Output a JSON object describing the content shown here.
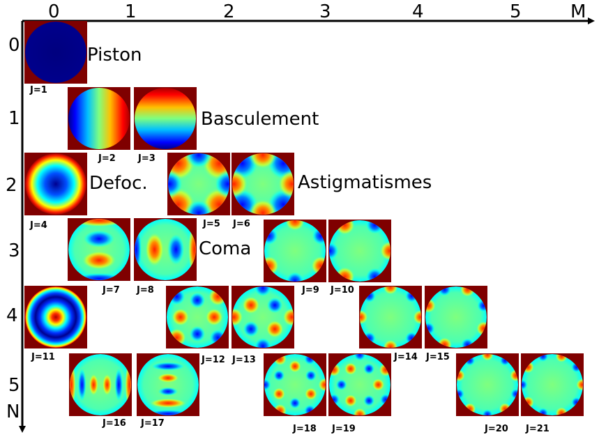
{
  "axes": {
    "m_title": "M",
    "n_title": "N",
    "m_ticks": [
      "0",
      "1",
      "2",
      "3",
      "4",
      "5"
    ],
    "n_ticks": [
      "0",
      "1",
      "2",
      "3",
      "4",
      "5"
    ]
  },
  "terms": {
    "piston": "Piston",
    "tilt": "Basculement",
    "defocus": "Defoc.",
    "astigmatism": "Astigmatismes",
    "coma": "Coma"
  },
  "modes": [
    {
      "j": 1,
      "label": "J=1",
      "n": 0,
      "m": 0,
      "pattern": "piston"
    },
    {
      "j": 2,
      "label": "J=2",
      "n": 1,
      "m": 1,
      "pattern": "tilt-x"
    },
    {
      "j": 3,
      "label": "J=3",
      "n": 1,
      "m": -1,
      "pattern": "tilt-y"
    },
    {
      "j": 4,
      "label": "J=4",
      "n": 2,
      "m": 0,
      "pattern": "defocus"
    },
    {
      "j": 5,
      "label": "J=5",
      "n": 2,
      "m": 2,
      "pattern": "astig-a"
    },
    {
      "j": 6,
      "label": "J=6",
      "n": 2,
      "m": -2,
      "pattern": "astig-b"
    },
    {
      "j": 7,
      "label": "J=7",
      "n": 3,
      "m": 1,
      "pattern": "coma-y"
    },
    {
      "j": 8,
      "label": "J=8",
      "n": 3,
      "m": -1,
      "pattern": "coma-x"
    },
    {
      "j": 9,
      "label": "J=9",
      "n": 3,
      "m": 3,
      "pattern": "trefoil-a"
    },
    {
      "j": 10,
      "label": "J=10",
      "n": 3,
      "m": -3,
      "pattern": "trefoil-b"
    },
    {
      "j": 11,
      "label": "J=11",
      "n": 4,
      "m": 0,
      "pattern": "spherical"
    },
    {
      "j": 12,
      "label": "J=12",
      "n": 4,
      "m": 2,
      "pattern": "sec-astig-a"
    },
    {
      "j": 13,
      "label": "J=13",
      "n": 4,
      "m": -2,
      "pattern": "sec-astig-b"
    },
    {
      "j": 14,
      "label": "J=14",
      "n": 4,
      "m": 4,
      "pattern": "quadrafoil-a"
    },
    {
      "j": 15,
      "label": "J=15",
      "n": 4,
      "m": -4,
      "pattern": "quadrafoil-b"
    },
    {
      "j": 16,
      "label": "J=16",
      "n": 5,
      "m": 1,
      "pattern": "sec-coma-a"
    },
    {
      "j": 17,
      "label": "J=17",
      "n": 5,
      "m": -1,
      "pattern": "sec-coma-b"
    },
    {
      "j": 18,
      "label": "J=18",
      "n": 5,
      "m": 3,
      "pattern": "sec-trefoil-a"
    },
    {
      "j": 19,
      "label": "J=19",
      "n": 5,
      "m": -3,
      "pattern": "sec-trefoil-b"
    },
    {
      "j": 20,
      "label": "J=20",
      "n": 5,
      "m": 5,
      "pattern": "pentafoil-a"
    },
    {
      "j": 21,
      "label": "J=21",
      "n": 5,
      "m": -5,
      "pattern": "pentafoil-b"
    }
  ],
  "colors": {
    "background_square": "#7f0000",
    "colormap": [
      "#00007f",
      "#0000ff",
      "#007fff",
      "#00ffff",
      "#7fff7f",
      "#ffff00",
      "#ff7f00",
      "#ff0000",
      "#7f0000"
    ],
    "axis": "#000000"
  }
}
